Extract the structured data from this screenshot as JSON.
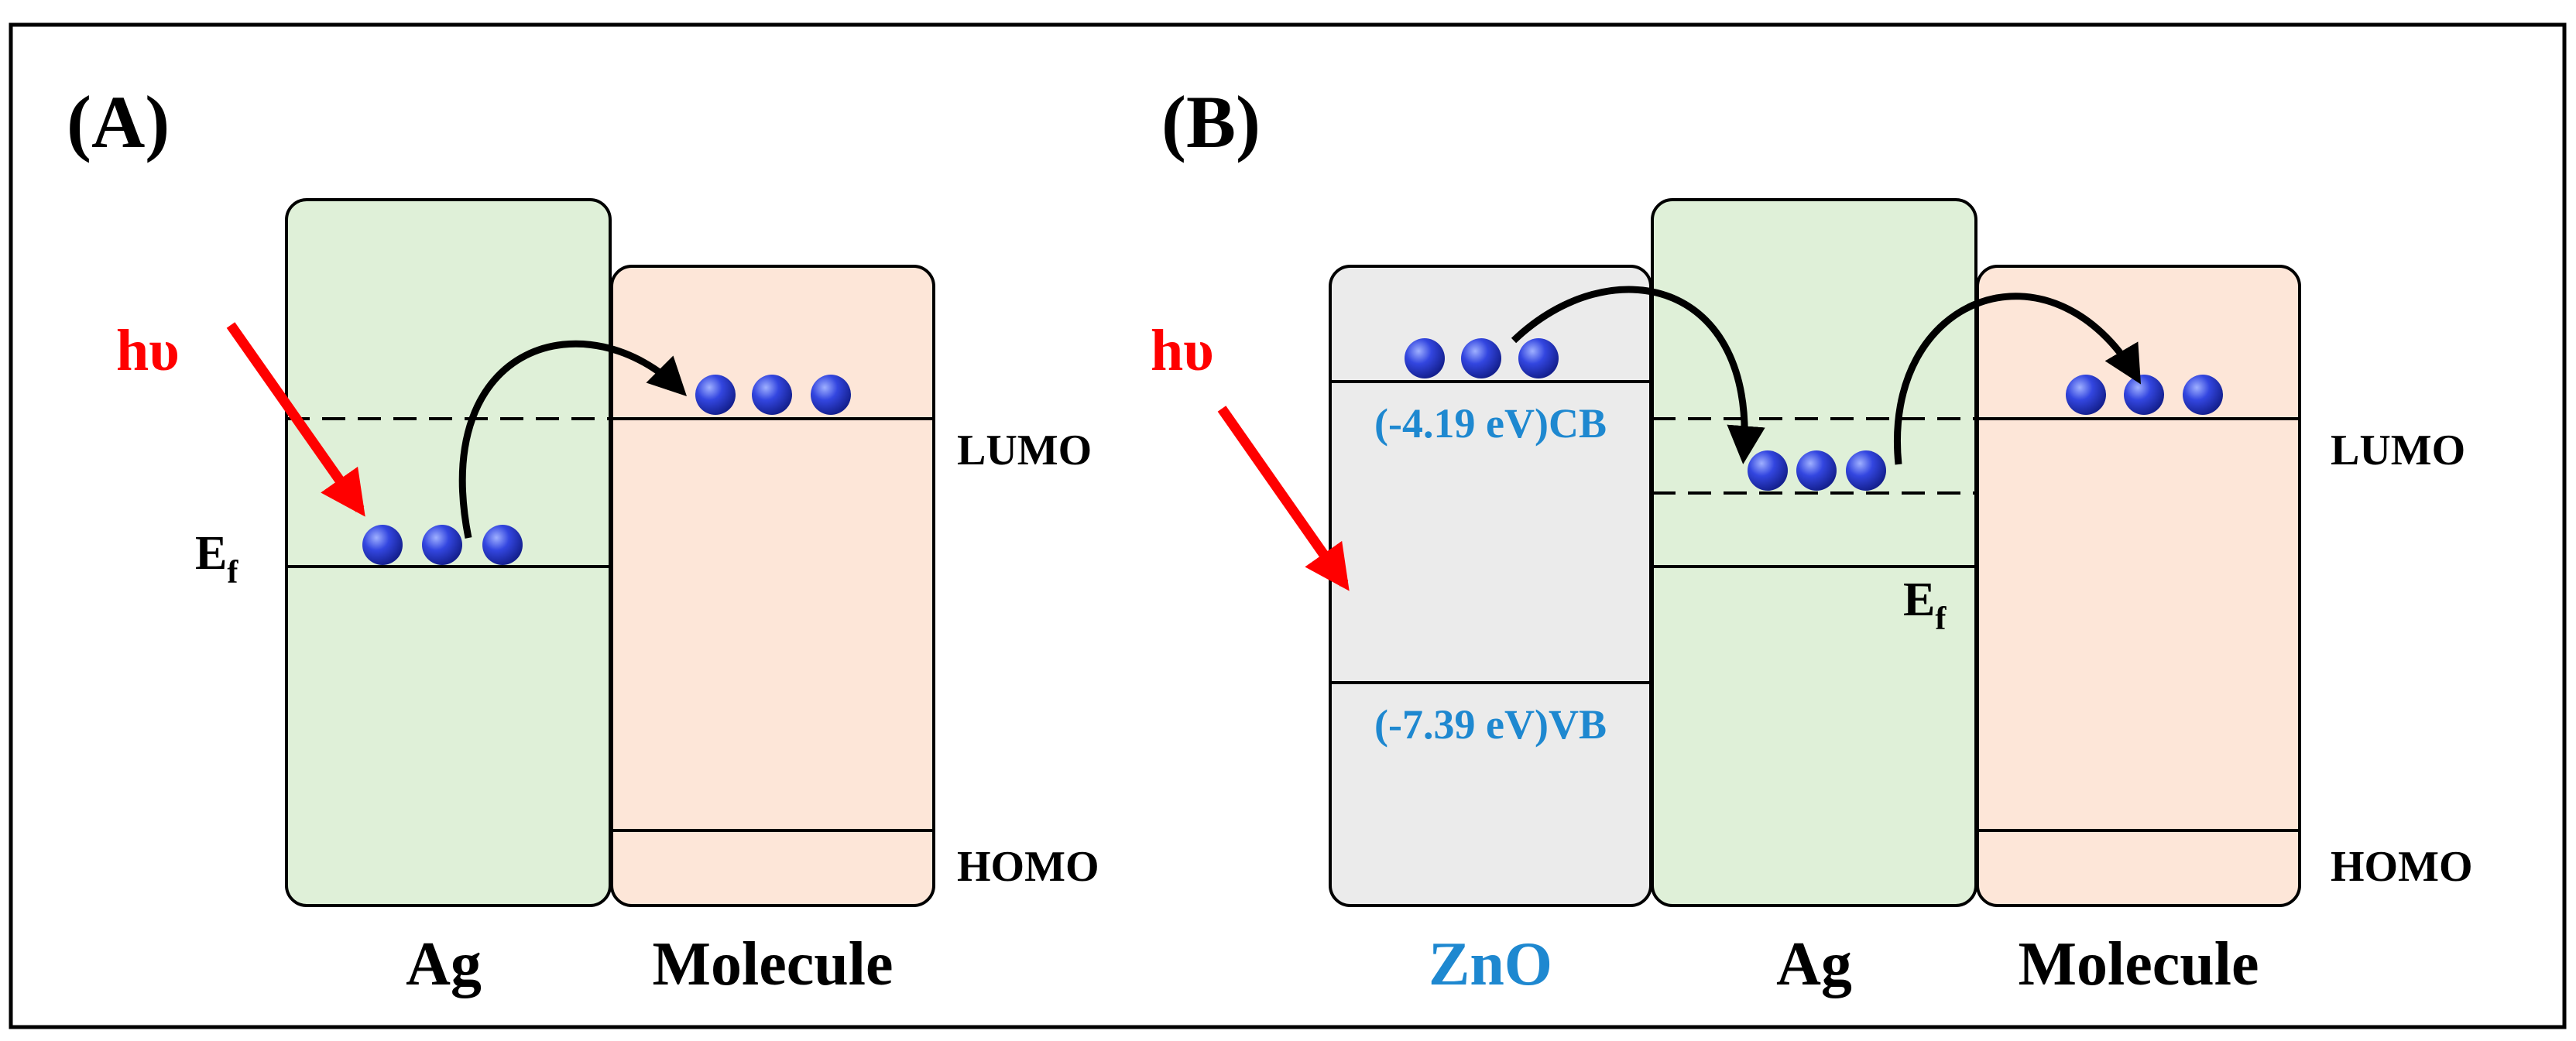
{
  "panels": {
    "a": {
      "label": "(A)",
      "light_label": "hυ",
      "fermi_symbol": "E",
      "fermi_subscript": "f",
      "lumo_label": "LUMO",
      "homo_label": "HOMO",
      "metal_label": "Ag",
      "molecule_label": "Molecule"
    },
    "b": {
      "label": "(B)",
      "light_label": "hυ",
      "cb_label": "(-4.19 eV)CB",
      "vb_label": "(-7.39 eV)VB",
      "semiconductor_label": "ZnO",
      "metal_label": "Ag",
      "molecule_label": "Molecule",
      "fermi_symbol": "E",
      "fermi_subscript": "f",
      "lumo_label": "LUMO",
      "homo_label": "HOMO"
    }
  },
  "colors": {
    "metal_fill": "#dff0d8",
    "molecule_fill": "#fde6d8",
    "semiconductor_fill": "#ebebeb",
    "light_arrow": "#ff0000",
    "light_text": "#ff0000",
    "zno_text": "#1e88d0",
    "electron": "#2a3bd6",
    "ink": "#000000"
  }
}
